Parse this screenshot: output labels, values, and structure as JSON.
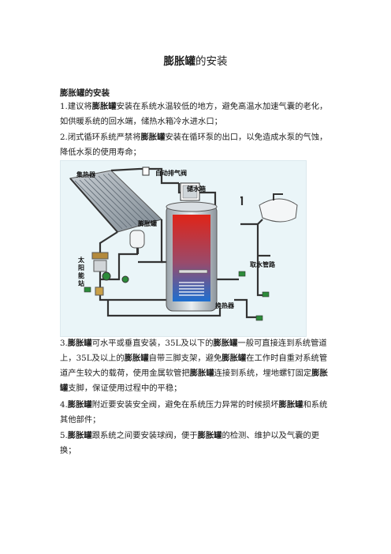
{
  "title_kw": "膨胀罐",
  "title_rest": "的安装",
  "heading": "膨胀罐的安装",
  "p1": {
    "a": "1.建议将",
    "kw": "膨胀罐",
    "b": "安装在系统水温较低的地方，避免高温水加速气囊的老化，如供暖系统的回水端，储热水箱冷水进水口；"
  },
  "p2": {
    "a": "2.闭式循环系统严禁将",
    "kw": "膨胀罐",
    "b": "安装在循环泵的出口，以免造成水泵的气蚀，降低水泵的使用寿命；"
  },
  "figure": {
    "collector": "集热器",
    "air_valve": "自动排气阀",
    "tank": "储水箱",
    "expansion_tank": "膨胀罐",
    "station": "太阳能站",
    "outlet_pipe": "取水管路",
    "exchanger": "换热器"
  },
  "p3": {
    "kw1": "膨胀罐",
    "a": "可水平或垂直安装，35L及以下的",
    "kw2": "膨胀罐",
    "b": "一般可直接连到系统管道上，35L及以上的",
    "kw3": "膨胀罐",
    "c": "自带三脚支架，避免",
    "kw4": "膨胀罐",
    "d": "在工作时自重对系统管道产生较大的载荷，使用金属软管把",
    "kw5": "膨胀罐",
    "e": "连接到系统，埋地螺钉固定",
    "kw6": "膨胀罐",
    "f": "支脚，保证使用过程中的平稳；"
  },
  "p4": {
    "a": "4.",
    "kw1": "膨胀罐",
    "b": "附近要安装安全阀，避免在系统压力异常的时候损坏",
    "kw2": "膨胀罐",
    "c": "和系统其他部件；"
  },
  "p5": {
    "a": "5.",
    "kw1": "膨胀罐",
    "b": "跟系统之间要安装球阀，便于",
    "kw2": "膨胀罐",
    "c": "的检测、维护以及气囊的更换；"
  }
}
